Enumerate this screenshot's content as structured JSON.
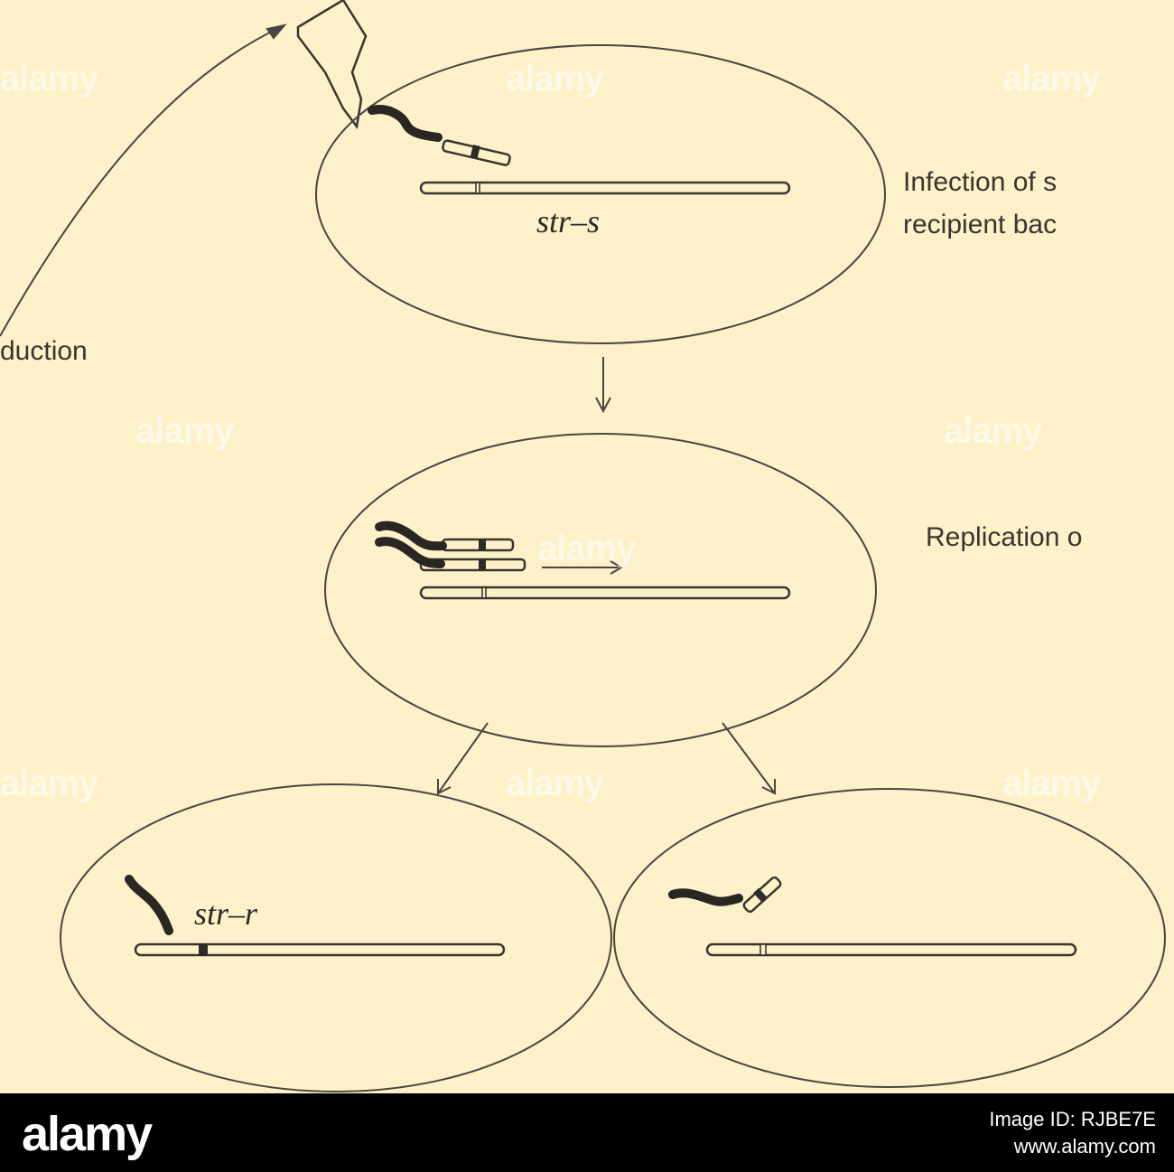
{
  "diagram": {
    "labels": {
      "transduction": "duction",
      "step1": "Infection of s",
      "step1_line2": "recipient bac",
      "step2": "Replication o"
    },
    "genes": {
      "sensitive": "str–s",
      "resistant": "str–r"
    }
  },
  "watermark": {
    "text": "alamy"
  },
  "stock_bar": {
    "logo": "alamy",
    "image_id": "Image ID: RJBE7E",
    "site": "www.alamy.com"
  },
  "colors": {
    "background": "#fcf1c8",
    "ink": "#2e2a26",
    "bar": "#000000"
  }
}
